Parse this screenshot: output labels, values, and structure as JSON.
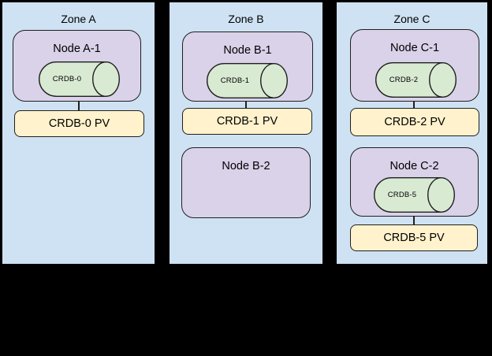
{
  "diagram": {
    "description": "CockroachDB pods, nodes and persistent volumes across three availability zones"
  },
  "colors": {
    "canvas_bg": "#000000",
    "zone_fill": "#cfe2f3",
    "zone_border": "#000000",
    "node_fill": "#d9d2e9",
    "pod_fill": "#d9ead3",
    "pv_fill": "#fff2cc",
    "shape_border": "#1f1f1f",
    "text": "#000000"
  },
  "zones": [
    {
      "label": "Zone A",
      "items": [
        {
          "type": "node",
          "label": "Node A-1",
          "pod": {
            "label": "CRDB-0"
          }
        },
        {
          "type": "pv",
          "label": "CRDB-0 PV"
        }
      ]
    },
    {
      "label": "Zone B",
      "items": [
        {
          "type": "node",
          "label": "Node B-1",
          "pod": {
            "label": "CRDB-1"
          }
        },
        {
          "type": "pv",
          "label": "CRDB-1 PV"
        },
        {
          "type": "node",
          "label": "Node B-2",
          "pod": null
        }
      ]
    },
    {
      "label": "Zone C",
      "items": [
        {
          "type": "node",
          "label": "Node C-1",
          "pod": {
            "label": "CRDB-2"
          }
        },
        {
          "type": "pv",
          "label": "CRDB-2 PV"
        },
        {
          "type": "node",
          "label": "Node C-2",
          "pod": {
            "label": "CRDB-5"
          }
        },
        {
          "type": "pv",
          "label": "CRDB-5 PV"
        }
      ]
    }
  ]
}
